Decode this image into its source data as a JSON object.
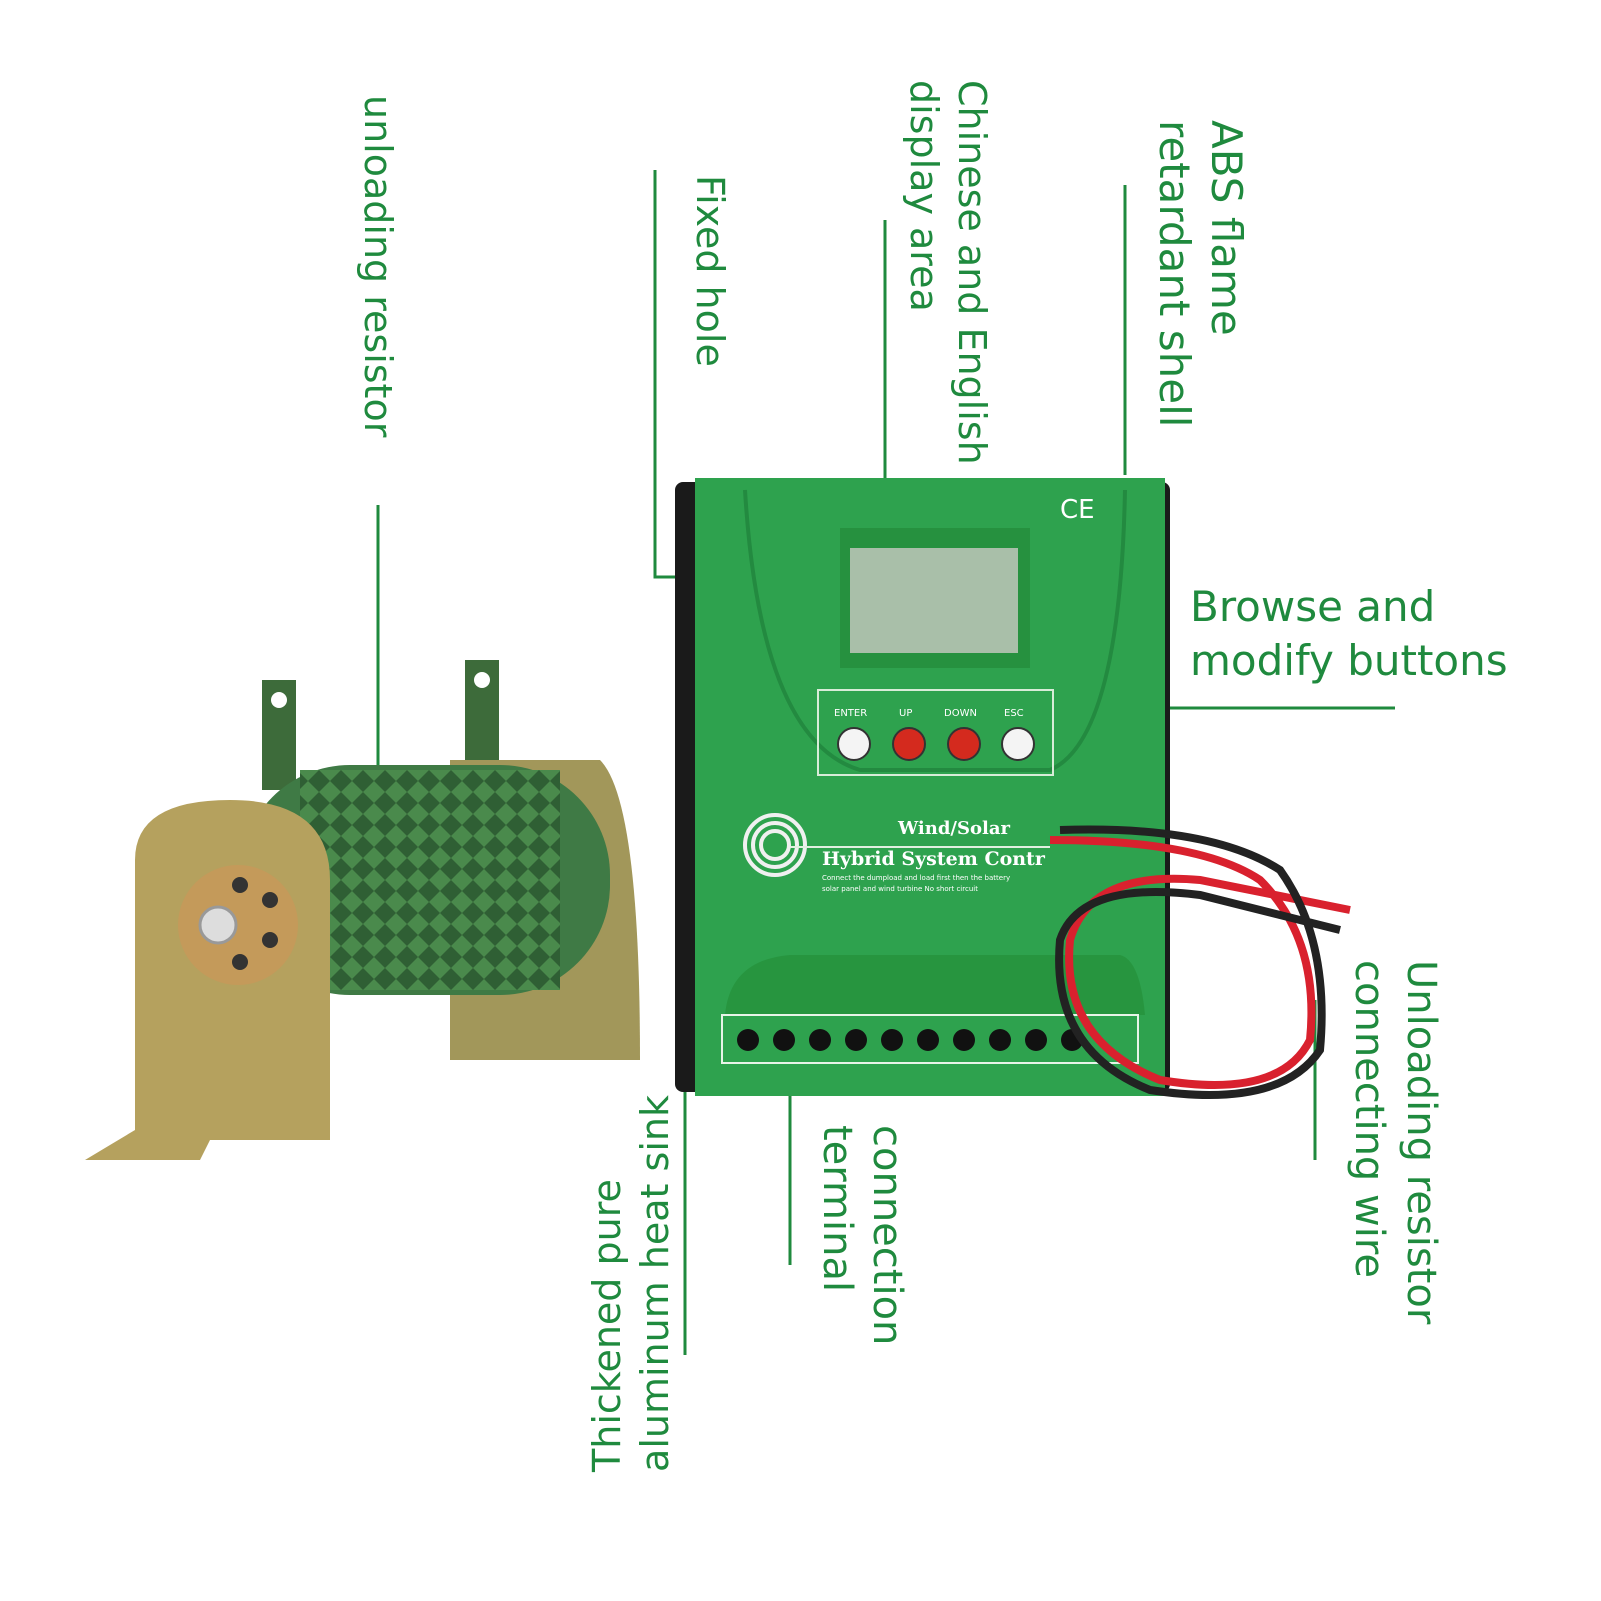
{
  "labels": {
    "unloading_resistor": "unloading resistor",
    "fixed_hole": "Fixed hole",
    "display_area": [
      "Chinese and English",
      "display area"
    ],
    "shell": [
      "ABS flame",
      "retardant shell"
    ],
    "buttons": [
      "Browse and",
      "modify buttons"
    ],
    "heat_sink": [
      "Thickened pure",
      "aluminum heat sink"
    ],
    "terminal": [
      "connection",
      "terminal"
    ],
    "wire": [
      "Unloading resistor",
      "connecting wire"
    ]
  },
  "device": {
    "buttons": [
      "ENTER",
      "UP",
      "DOWN",
      "ESC"
    ],
    "button_colors": [
      "#f4f4f4",
      "#d42a1e",
      "#d42a1e",
      "#f4f4f4"
    ],
    "title_line1": "Wind/Solar",
    "title_line2": "Hybrid System Contr",
    "note_line1": "Connect the dumpload and load first then the battery",
    "note_line2": "solar panel and wind turbine No short circuit",
    "ce_mark": "CE"
  },
  "colors": {
    "label": "#1f8a3e",
    "body": "#2ea24e",
    "lcd": "#a9bfa9"
  }
}
